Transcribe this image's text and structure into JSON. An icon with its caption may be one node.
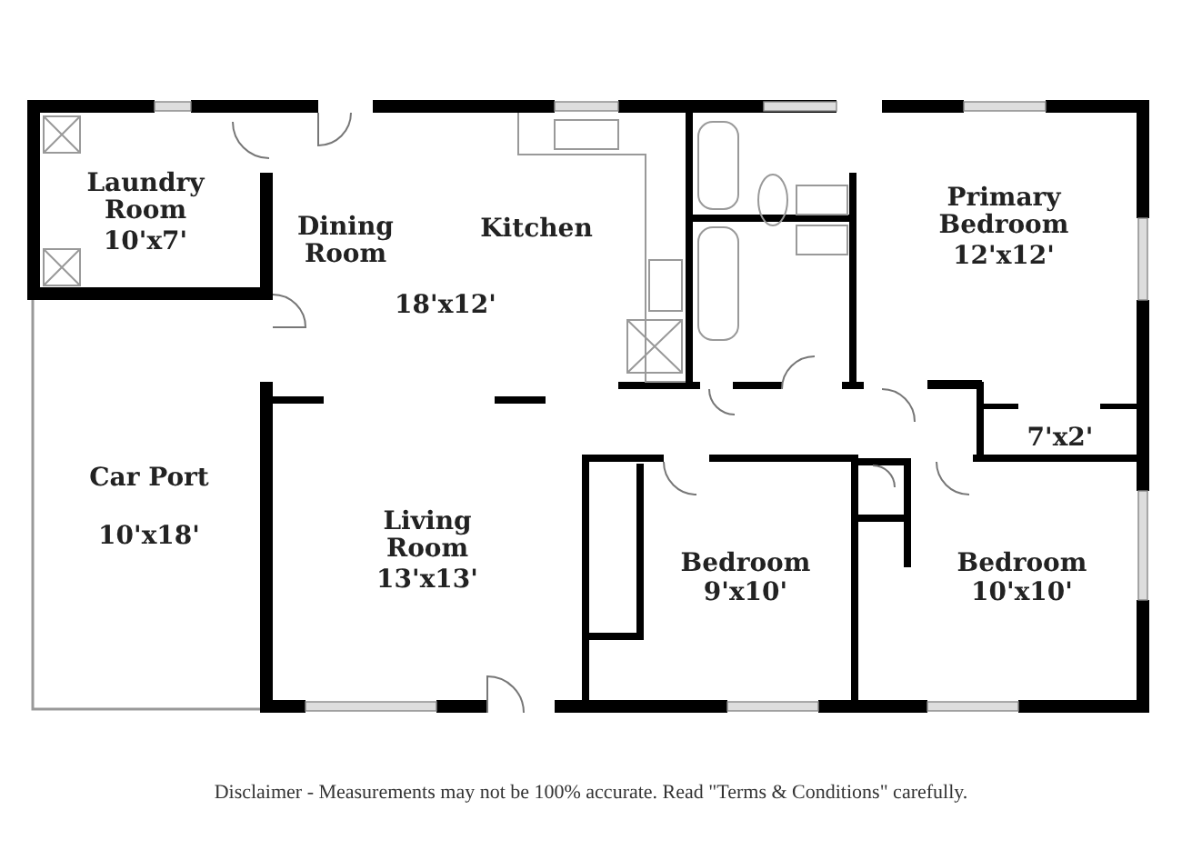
{
  "diagram": {
    "caption": "Disclaimer - Measurements may not be 100% accurate. Read \"Terms & Conditions\" carefully.",
    "nodes": [
      {
        "text": [
          "Laundry Room",
          "10'x7'"
        ]
      },
      {
        "text": [
          "Dining Room",
          "Kitchen",
          "18'x12'"
        ]
      },
      {
        "text": [
          "Primary Bedroom",
          "12'x12'"
        ]
      },
      {
        "text": [
          "Car Port",
          "10'x18'"
        ]
      },
      {
        "text": [
          "7'x2'"
        ]
      },
      {
        "text": [
          "Living Room",
          "13'x13'"
        ]
      },
      {
        "text": [
          "Bedroom",
          "9'x10'"
        ]
      },
      {
        "text": [
          "Bedroom",
          "10'x10'"
        ]
      }
    ],
    "edges": []
  }
}
